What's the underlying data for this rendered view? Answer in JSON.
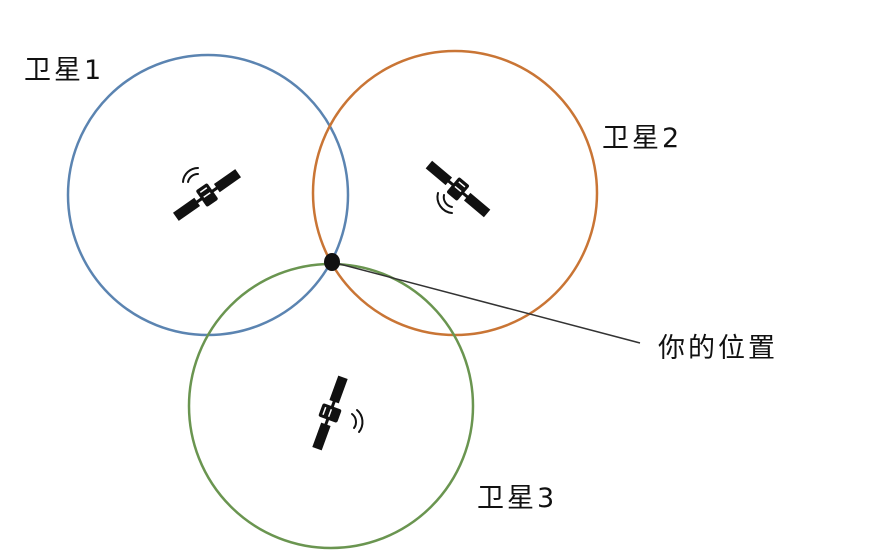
{
  "labels": {
    "satellite_1": "卫星1",
    "satellite_2": "卫星2",
    "satellite_3": "卫星3",
    "your_position": "你的位置"
  },
  "colors": {
    "circle_1": "#5b84b1",
    "circle_2": "#c97535",
    "circle_3": "#6a9550",
    "marker": "#111111",
    "pointer_line": "#333333"
  },
  "icons": {
    "satellite": "satellite-icon",
    "signal": "signal-waves-icon",
    "position": "position-dot-icon"
  }
}
